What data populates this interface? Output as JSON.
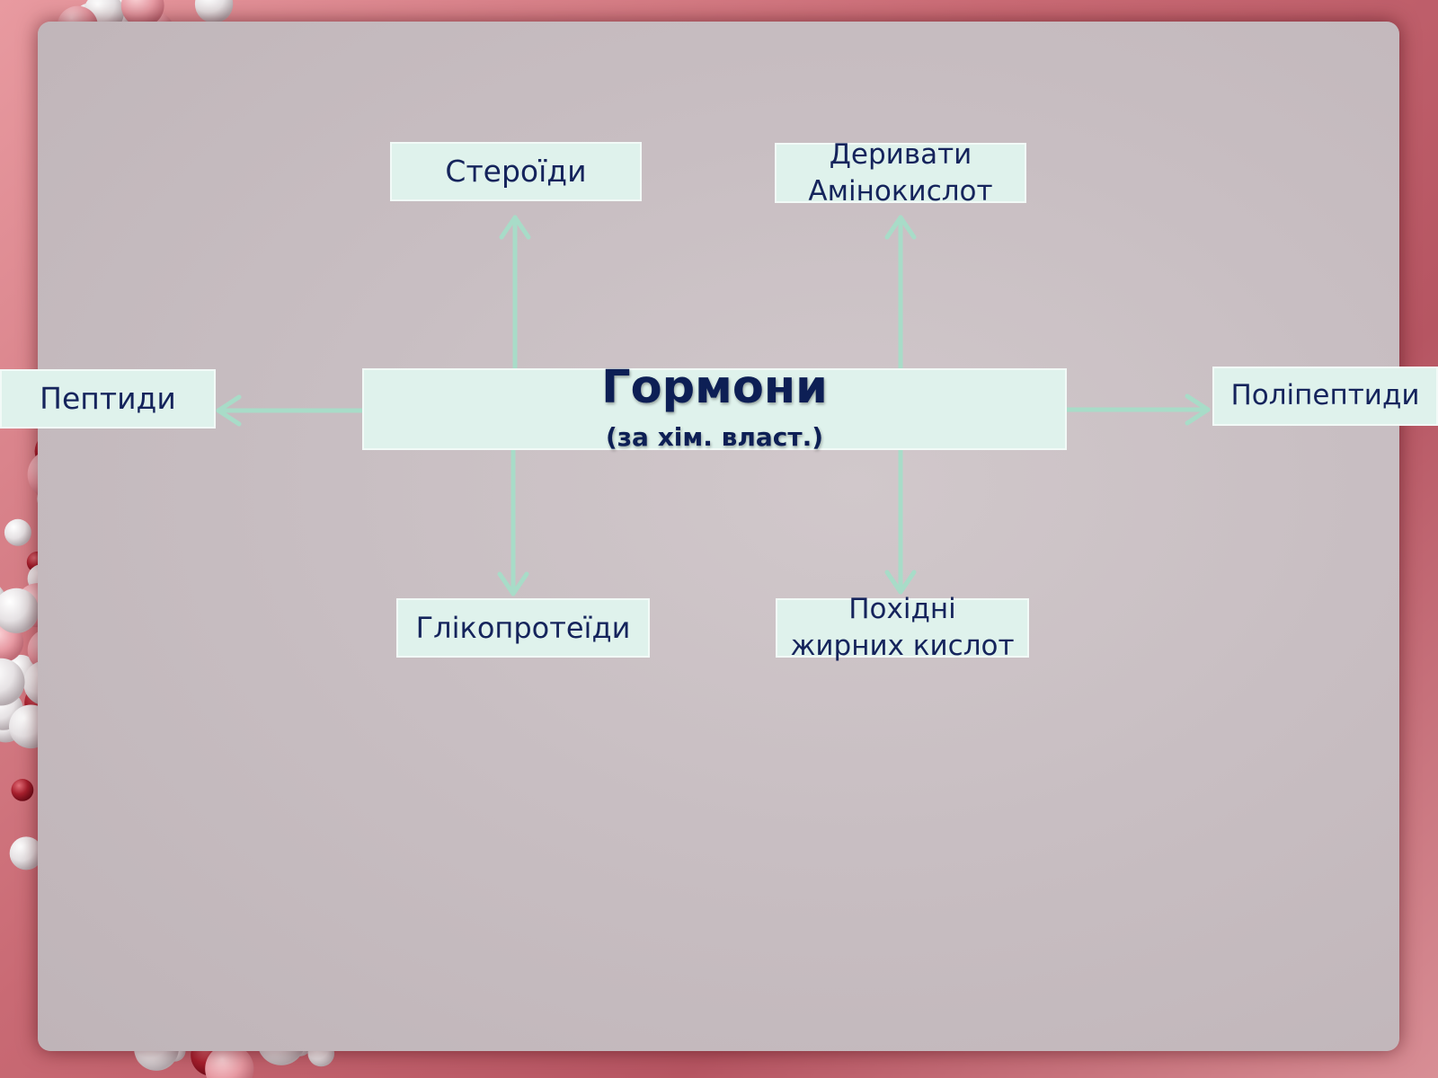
{
  "diagram": {
    "center": {
      "title": "Гормони",
      "subtitle": "(за хім. власт.)"
    },
    "nodes": {
      "steroids": "Стероїди",
      "amino_line1": "Деривати",
      "amino_line2": "Амінокислот",
      "peptides": "Пептиди",
      "polypeptides": "Поліпептиди",
      "glycoproteins": "Глікопротеїди",
      "fatty_line1": "Похідні",
      "fatty_line2": "жирних кислот"
    }
  },
  "colors": {
    "box_fill": "#dff2ec",
    "arrow": "#a8dcc8",
    "text": "#15245c"
  }
}
